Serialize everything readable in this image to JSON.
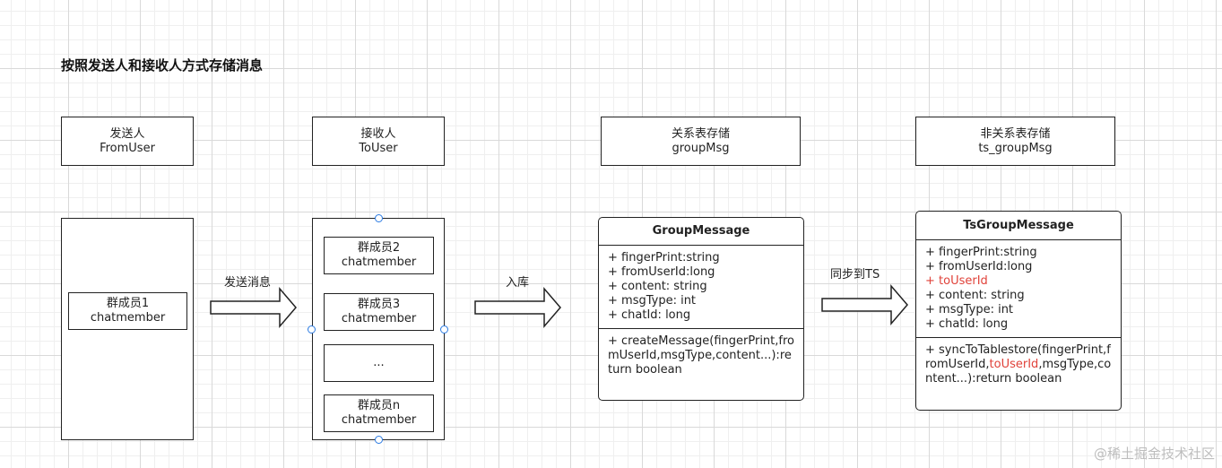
{
  "title": "按照发送人和接收人方式存储消息",
  "headers": [
    {
      "line1": "发送人",
      "line2": "FromUser"
    },
    {
      "line1": "接收人",
      "line2": "ToUser"
    },
    {
      "line1": "关系表存储",
      "line2": "groupMsg"
    },
    {
      "line1": "非关系表存储",
      "line2": "ts_groupMsg"
    }
  ],
  "sender_member": {
    "line1": "群成员1",
    "line2": "chatmember"
  },
  "receiver_members": [
    {
      "line1": "群成员2",
      "line2": "chatmember"
    },
    {
      "line1": "群成员3",
      "line2": "chatmember"
    },
    {
      "line1": "...",
      "line2": ""
    },
    {
      "line1": "群成员n",
      "line2": "chatmember"
    }
  ],
  "arrows": {
    "send": "发送消息",
    "store": "入库",
    "sync": "同步到TS"
  },
  "group_message": {
    "name": "GroupMessage",
    "attrs": [
      "+ fingerPrint:string",
      "+ fromUserId:long",
      "+ content: string",
      "+ msgType: int",
      "+ chatId: long"
    ],
    "op": "+ createMessage(fingerPrint,fromUserId,msgType,content...):return boolean"
  },
  "ts_group_message": {
    "name": "TsGroupMessage",
    "attrs": [
      "+ fingerPrint:string",
      "+ fromUserId:long",
      "+ toUserId",
      "+ content: string",
      "+ msgType: int",
      "+ chatId: long"
    ],
    "op_prefix": "+ syncToTablestore(fingerPrint,fromUserId,",
    "op_highlight": "toUserId",
    "op_suffix": ",msgType,content...):return boolean",
    "highlight_color": "#e0423a"
  },
  "watermark": "@稀土掘金技术社区"
}
